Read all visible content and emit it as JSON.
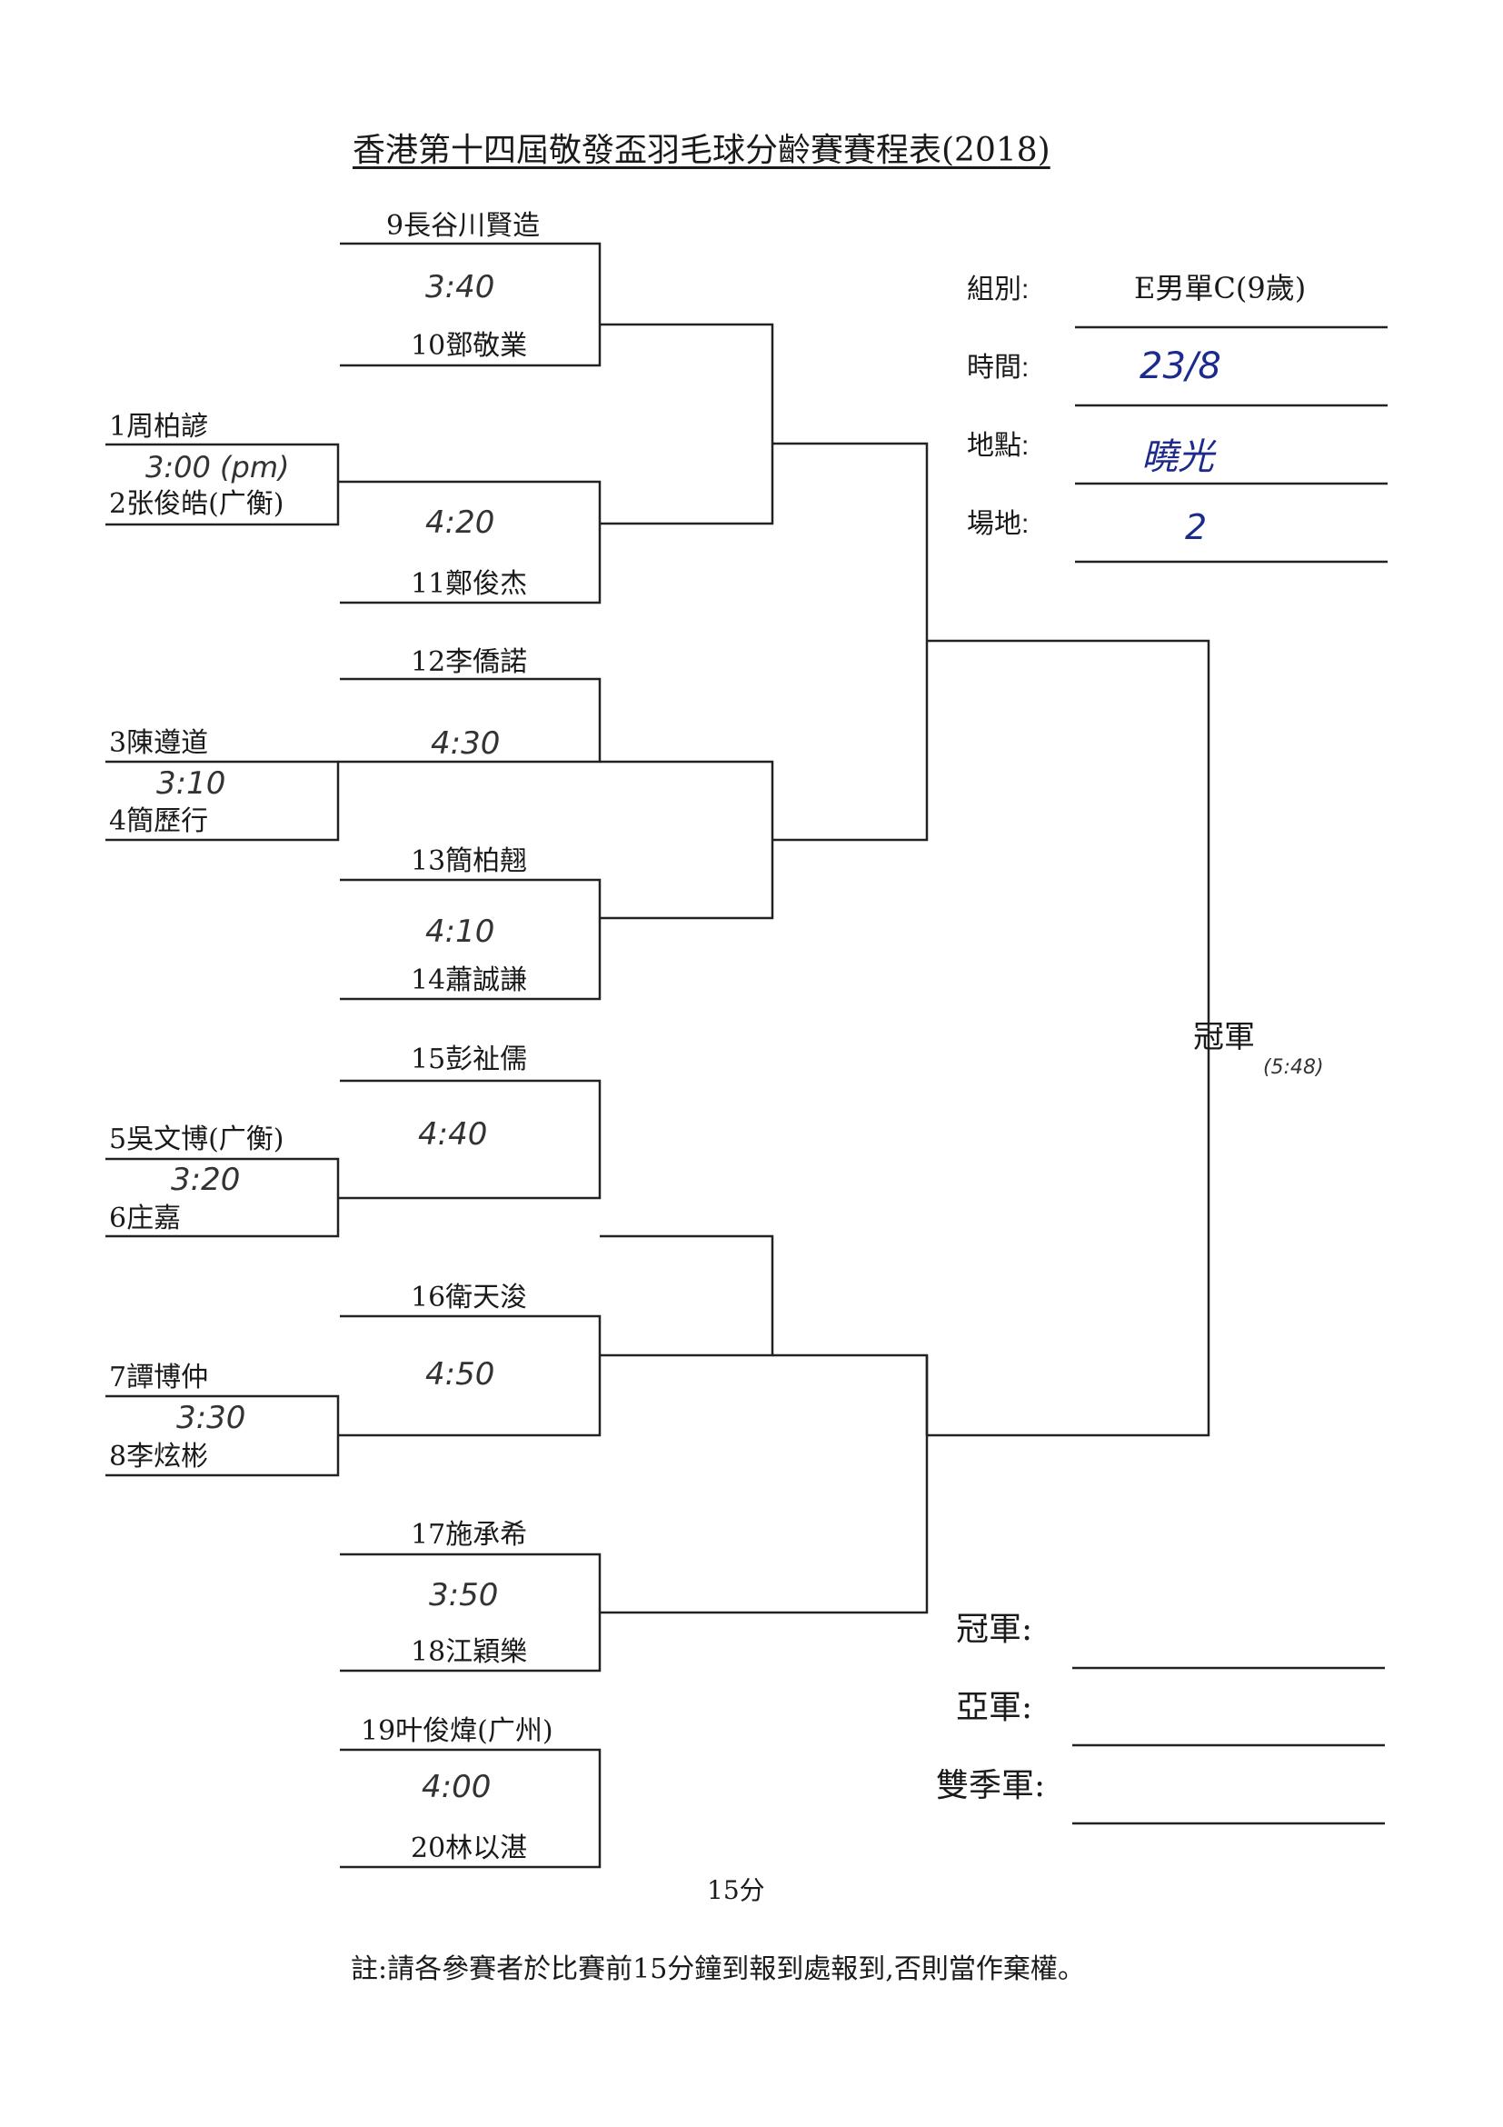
{
  "title": "香港第十四屆敬發盃羽毛球分齡賽賽程表(2018)",
  "info": {
    "group_label": "組別:",
    "group_value": "E男單C(9歲)",
    "time_label": "時間:",
    "time_value": "23/8",
    "venue_label": "地點:",
    "venue_value": "曉光",
    "court_label": "場地:",
    "court_value": "2"
  },
  "players": {
    "p1": "1周柏諺",
    "p2": "2张俊皓(广衡)",
    "p3": "3陳遵道",
    "p4": "4簡歷行",
    "p5": "5吳文博(广衡)",
    "p6": "6庄嘉",
    "p7": "7譚博仲",
    "p8": "8李炫彬",
    "p9": "9長谷川賢造",
    "p10": "10鄧敬業",
    "p11": "11鄭俊杰",
    "p12": "12李僑諾",
    "p13": "13簡柏翹",
    "p14": "14蕭誠謙",
    "p15": "15彭祉儒",
    "p16": "16衛天浚",
    "p17": "17施承希",
    "p18": "18江穎樂",
    "p19": "19叶俊煒(广州)",
    "p20": "20林以湛"
  },
  "times": {
    "m1_2": "3:00 (pm)",
    "m3_4": "3:10",
    "m5_6": "3:20",
    "m7_8": "3:30",
    "m9_10": "3:40",
    "m17_18": "3:50",
    "m19_20": "4:00",
    "m13_14": "4:10",
    "mW_11": "4:20",
    "m12_W": "4:30",
    "m15_W": "4:40",
    "m16_W": "4:50",
    "final": "(5:48)"
  },
  "champion_label": "冠軍",
  "results": {
    "champion_label": "冠軍:",
    "runner_up_label": "亞軍:",
    "third_label": "雙季軍:"
  },
  "interval": "15分",
  "note": "註:請各參賽者於比賽前15分鐘到報到處報到,否則當作棄權。"
}
